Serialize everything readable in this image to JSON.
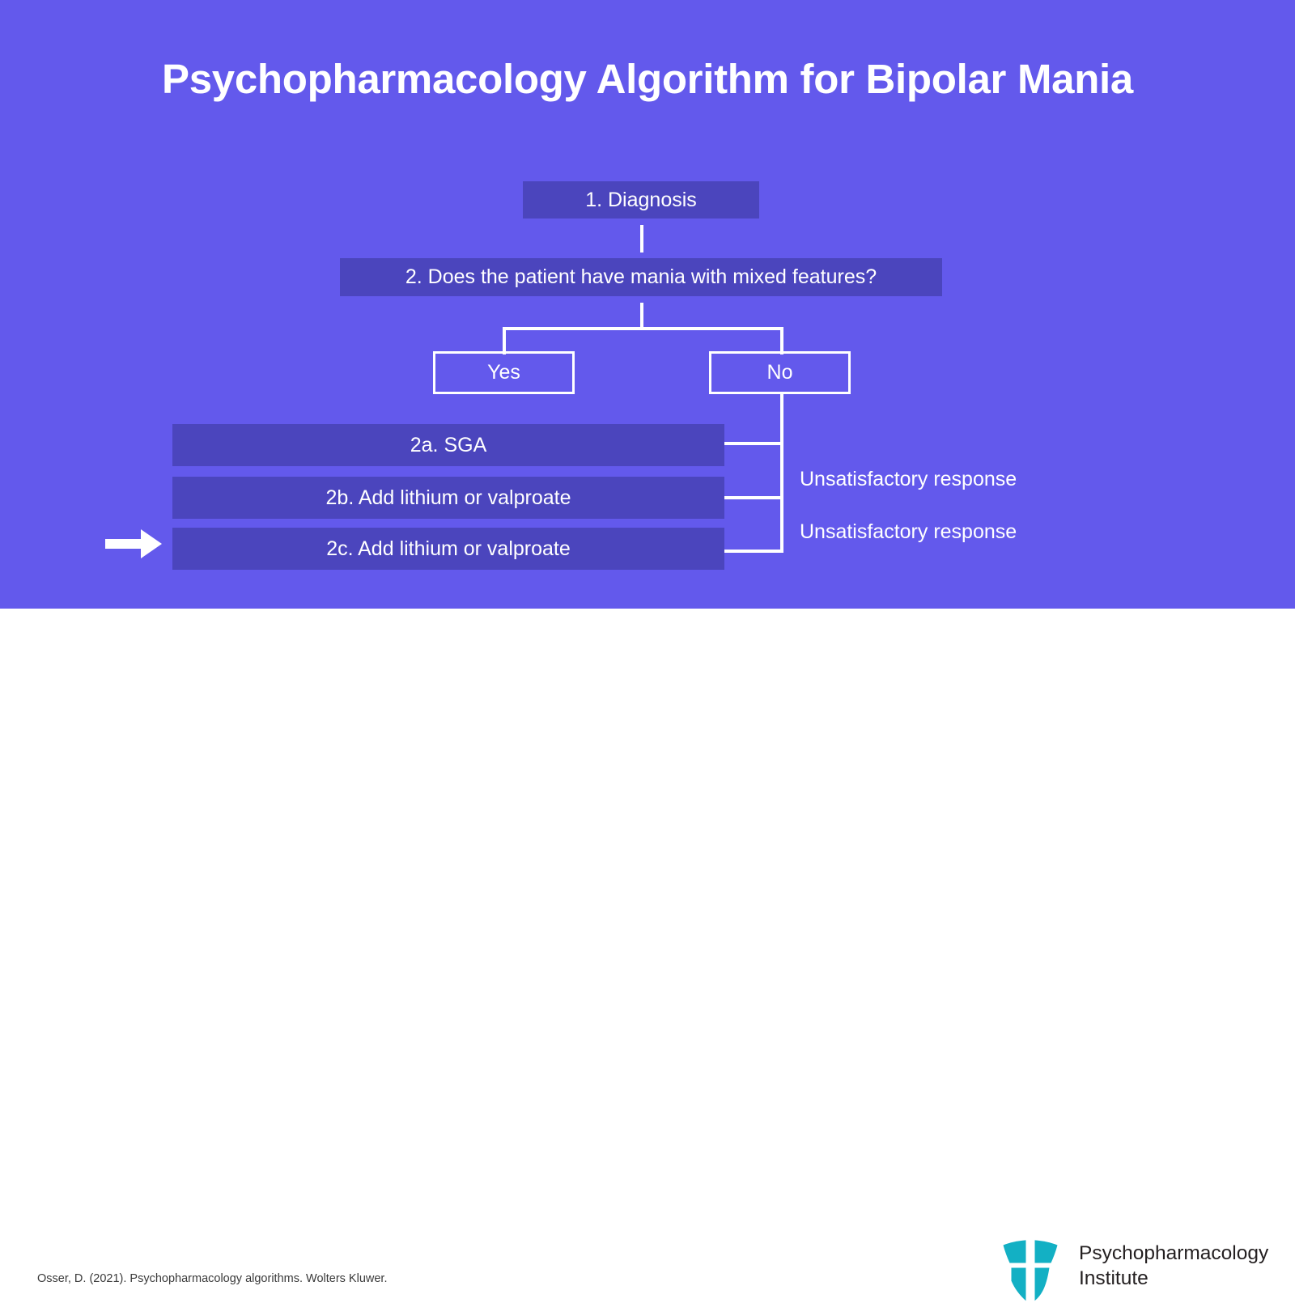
{
  "slide": {
    "title": "Psychopharmacology Algorithm for Bipolar Mania",
    "background_color": "#6359ec",
    "box_fill_color": "#4b45bd",
    "text_color": "#ffffff",
    "footer_background_color": "#ffffff",
    "logo_color": "#13b0c4"
  },
  "flowchart": {
    "nodes": {
      "diagnosis": "1. Diagnosis",
      "question": "2. Does the patient have mania with mixed features?",
      "yes": "Yes",
      "no": "No",
      "step_2a": "2a. SGA",
      "step_2b": "2b. Add lithium or valproate",
      "step_2c": "2c. Add lithium or valproate"
    },
    "edge_labels": [
      "Unsatisfactory response",
      "Unsatisfactory response"
    ],
    "marker": "right-arrow-marker"
  },
  "footer": {
    "citation": "Osser, D. (2021). Psychopharmacology algorithms. Wolters Kluwer.",
    "logo": {
      "icon": "shield-cross-icon",
      "line1": "Psychopharmacology",
      "line2": "Institute"
    }
  }
}
